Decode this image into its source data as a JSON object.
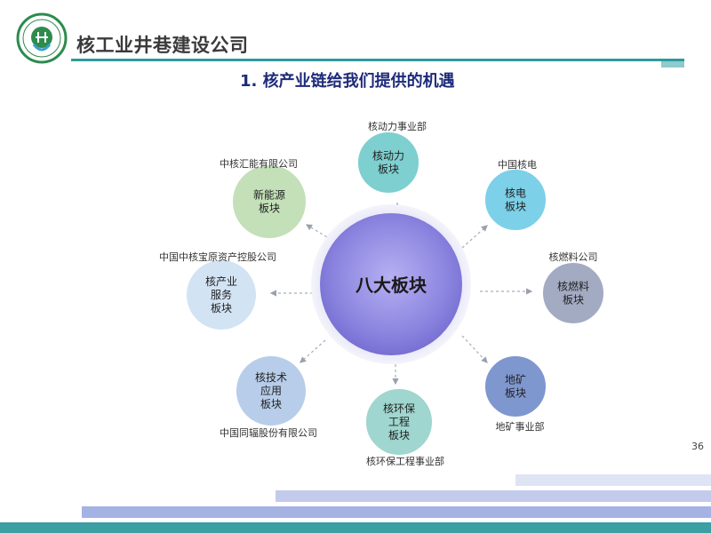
{
  "header": {
    "company_name": "核工业井巷建设公司",
    "title": "1. 核产业链给我们提供的机遇"
  },
  "center": {
    "label": "八大板块"
  },
  "nodes": [
    {
      "id": "nuclear-power",
      "lines": [
        "核动力",
        "板块"
      ],
      "org": "核动力事业部",
      "color": "#7ecfcf"
    },
    {
      "id": "nuclear-electric",
      "lines": [
        "核电",
        "板块"
      ],
      "org": "中国核电",
      "color": "#7cd0e8"
    },
    {
      "id": "nuclear-fuel",
      "lines": [
        "核燃料",
        "板块"
      ],
      "org": "核燃料公司",
      "color": "#a3abc2"
    },
    {
      "id": "geology-mining",
      "lines": [
        "地矿",
        "板块"
      ],
      "org": "地矿事业部",
      "color": "#7f97cf"
    },
    {
      "id": "env-engineering",
      "lines": [
        "核环保",
        "工程",
        "板块"
      ],
      "org": "核环保工程事业部",
      "color": "#9fd6cf"
    },
    {
      "id": "nuclear-tech",
      "lines": [
        "核技术",
        "应用",
        "板块"
      ],
      "org": "中国同辐股份有限公司",
      "color": "#b7cdea"
    },
    {
      "id": "nuclear-services",
      "lines": [
        "核产业",
        "服务",
        "板块"
      ],
      "org": "中国中核宝原资产控股公司",
      "color": "#d2e3f4"
    },
    {
      "id": "new-energy",
      "lines": [
        "新能源",
        "板块"
      ],
      "org": "中核汇能有限公司",
      "color": "#c3e0b8"
    }
  ],
  "page_number": "36",
  "colors": {
    "teal": "#2e9a9c",
    "title_blue": "#1d2b7a",
    "center_fill": "#8d86e0"
  }
}
